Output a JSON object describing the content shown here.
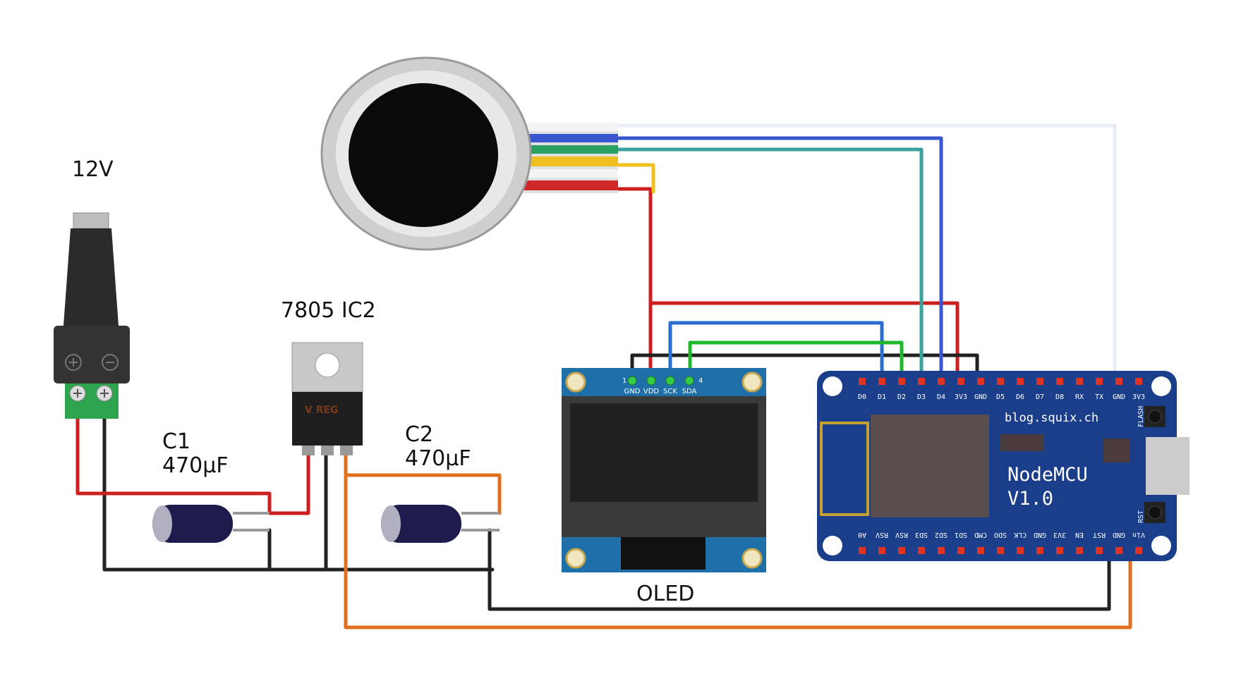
{
  "labels": {
    "power_label": "12V",
    "regulator_label": "7805 IC2",
    "c1_name": "C1",
    "c1_value": "470μF",
    "c2_name": "C2",
    "c2_value": "470μF",
    "oled_label": "OLED",
    "vreg_text": "V REG"
  },
  "oled": {
    "pins": [
      "GND",
      "VDD",
      "SCK",
      "SDA"
    ],
    "pin_first": "1",
    "pin_last": "4"
  },
  "nodemcu": {
    "site": "blog.squix.ch",
    "title": "NodeMCU",
    "version": "V1.0",
    "flash": "FLASH",
    "rst": "RST",
    "top_pins": [
      "D0",
      "D1",
      "D2",
      "D3",
      "D4",
      "3V3",
      "GND",
      "D5",
      "D6",
      "D7",
      "D8",
      "RX",
      "TX",
      "GND",
      "3V3"
    ],
    "bottom_pins": [
      "A0",
      "RSV",
      "RSV",
      "SD3",
      "SD2",
      "SD1",
      "CMD",
      "SDO",
      "CLK",
      "GND",
      "3V3",
      "EN",
      "RST",
      "GND",
      "Vin"
    ]
  },
  "colors": {
    "wire_red": "#cc1f1f",
    "wire_black": "#222222",
    "wire_orange": "#e07020",
    "wire_blue": "#3a55d0",
    "wire_teal": "#3aa0a0",
    "wire_light": "#e8eef8",
    "wire_green": "#1fb82a",
    "wire_yellow": "#f0c020",
    "board_blue": "#1b3e8a",
    "oled_blue": "#1f6fa8"
  }
}
